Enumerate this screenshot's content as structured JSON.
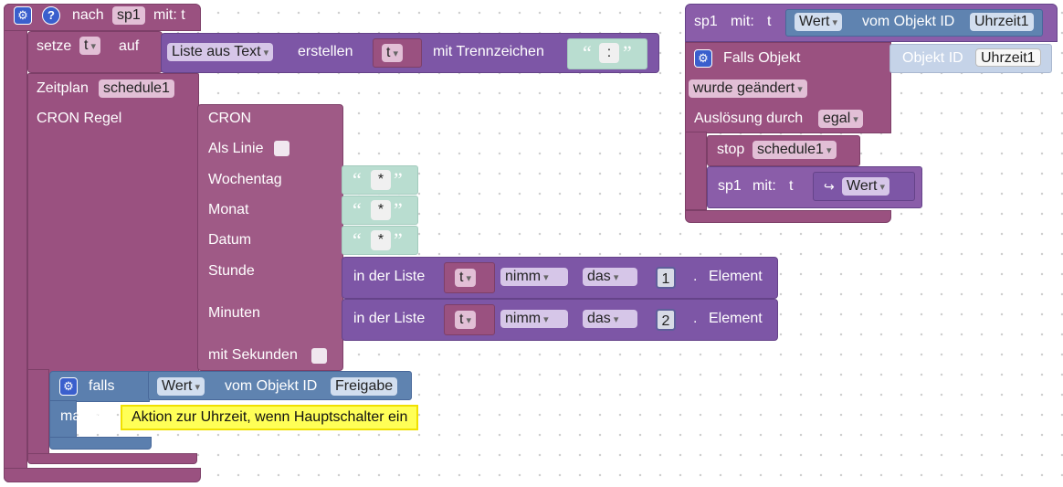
{
  "main": {
    "header": {
      "prefix": "nach",
      "var": "sp1",
      "suffix": "mit: t"
    },
    "setze": {
      "label": "setze",
      "var": "t",
      "auf": "auf",
      "list_from_text": "Liste aus Text",
      "create": "erstellen",
      "t_var": "t",
      "delimiter_label": "mit Trennzeichen",
      "delimiter_value": ":"
    },
    "schedule": {
      "label": "Zeitplan",
      "name": "schedule1",
      "cron_rule_label": "CRON Regel",
      "cron_title": "CRON",
      "as_line_label": "Als Linie",
      "weekday_label": "Wochentag",
      "weekday_value": "*",
      "month_label": "Monat",
      "month_value": "*",
      "date_label": "Datum",
      "date_value": "*",
      "hour_label": "Stunde",
      "minutes_label": "Minuten",
      "with_seconds_label": "mit Sekunden"
    },
    "list_hour": {
      "in_list": "in der Liste",
      "var": "t",
      "take": "nimm",
      "the": "das",
      "index": "1",
      "dot": ".",
      "element": "Element"
    },
    "list_min": {
      "in_list": "in der Liste",
      "var": "t",
      "take": "nimm",
      "the": "das",
      "index": "2",
      "dot": ".",
      "element": "Element"
    },
    "falls": {
      "label": "falls",
      "value": "Wert",
      "object_id_label": "vom Objekt ID",
      "object_id": "Freigabe",
      "do_label": "mache",
      "comment": "Aktion zur Uhrzeit, wenn Hauptschalter ein"
    }
  },
  "right": {
    "header": {
      "var": "sp1",
      "with": "mit:",
      "t": "t",
      "value": "Wert",
      "object_id_label": "vom Objekt ID",
      "object_id": "Uhrzeit1"
    },
    "trigger": {
      "label": "Falls Objekt",
      "object_id_label": "Objekt ID",
      "object_id": "Uhrzeit1",
      "changed": "wurde geändert",
      "trigger_by_label": "Auslösung durch",
      "trigger_by_value": "egal"
    },
    "stop": {
      "label": "stop",
      "name": "schedule1"
    },
    "call": {
      "var": "sp1",
      "with": "mit:",
      "t": "t",
      "arrow": "↪",
      "value": "Wert"
    }
  },
  "colors": {
    "procedure": "#9a5180",
    "list": "#7d56a6",
    "logic": "#5b7fae",
    "text": "#b9ddd0",
    "comment": "#ffff57"
  }
}
